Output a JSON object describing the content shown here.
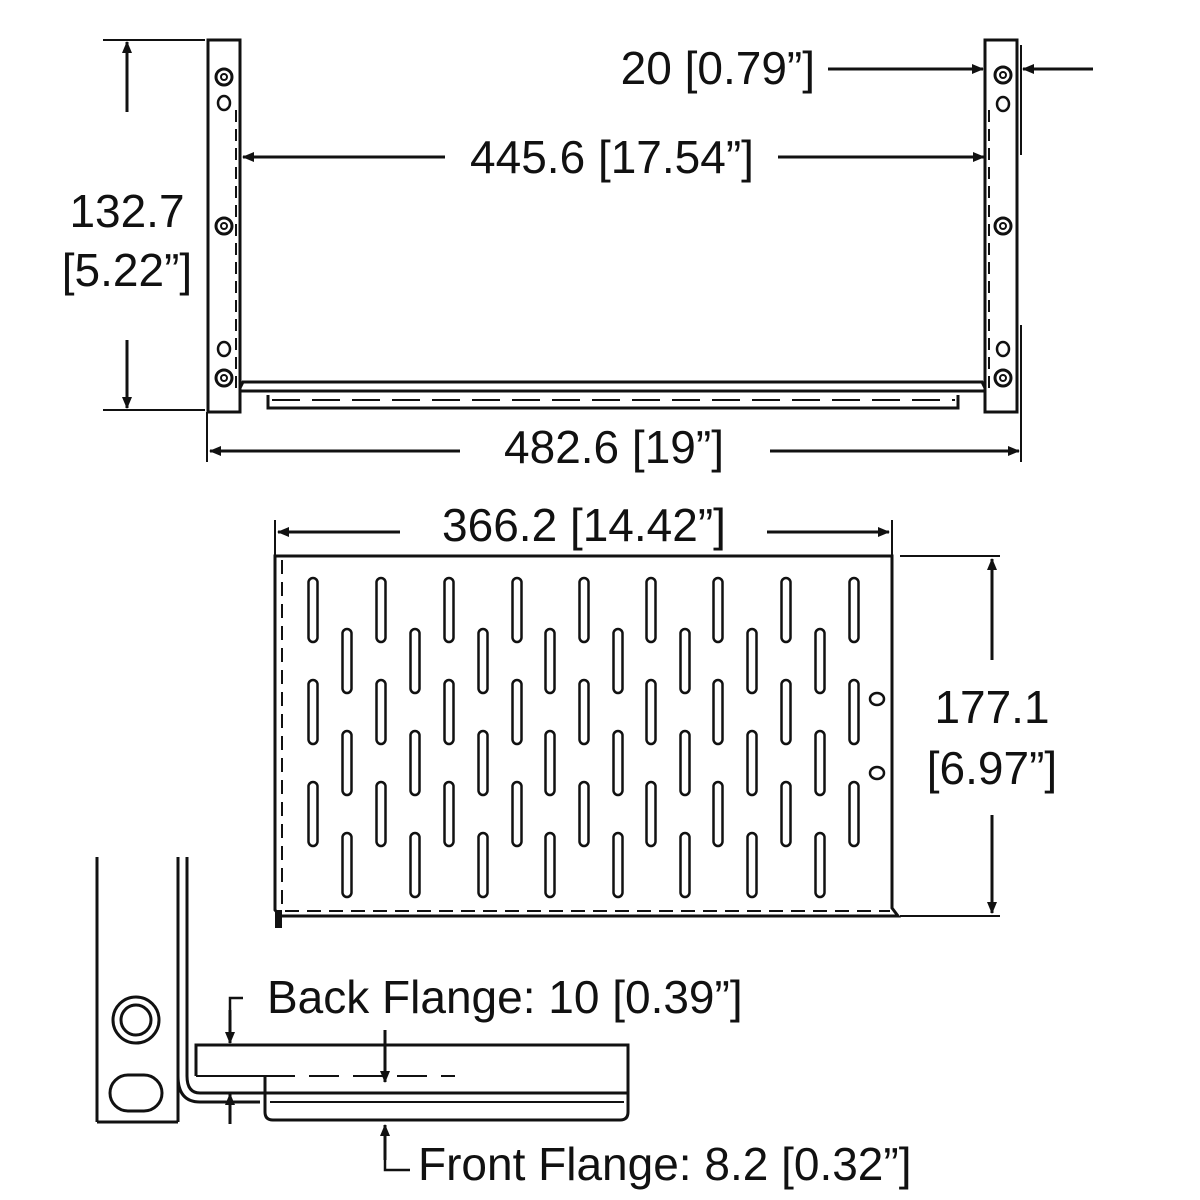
{
  "colors": {
    "ink": "#111111",
    "background": "#ffffff"
  },
  "front_view": {
    "width_overall": "482.6 [19”]",
    "width_inner": "445.6 [17.54”]",
    "ear_width": "20 [0.79”]",
    "height_mm": "132.7",
    "height_in": "[5.22”]"
  },
  "top_view": {
    "depth_width": "366.2 [14.42”]",
    "depth_mm": "177.1",
    "depth_in": "[6.97”]"
  },
  "flange_detail": {
    "back_flange": "Back Flange: 10 [0.39”]",
    "front_flange": "Front Flange: 8.2 [0.32”]"
  }
}
